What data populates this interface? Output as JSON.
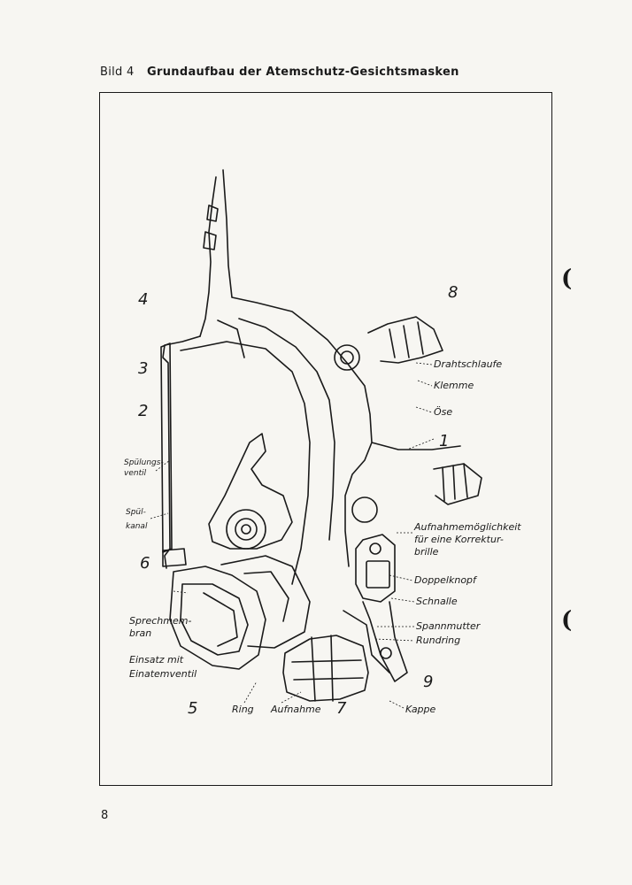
{
  "caption": {
    "prefix": "Bild 4",
    "title": "Grundaufbau der Atemschutz-Gesichtsmasken"
  },
  "page_number": "8",
  "margin_marks": [
    "(",
    "("
  ],
  "labels": {
    "n1": "1",
    "n2": "2",
    "n3": "3",
    "n4": "4",
    "n5": "5",
    "n6": "6",
    "n7": "7",
    "n8": "8",
    "n9": "9",
    "drahtschlaufe": "Drahtschlaufe",
    "klemme": "Klemme",
    "oese": "Öse",
    "spuelungsventil_1": "Spülungs-",
    "spuelungsventil_2": "ventil",
    "spuelkanal_1": "Spül-",
    "spuelkanal_2": "kanal",
    "aufnahme_brille_1": "Aufnahmemöglichkeit",
    "aufnahme_brille_2": "für eine Korrektur-",
    "aufnahme_brille_3": "brille",
    "doppelknopf": "Doppelknopf",
    "schnalle": "Schnalle",
    "spannmutter": "Spannmutter",
    "rundring": "Rundring",
    "sprechmembran_1": "Sprechmem-",
    "sprechmembran_2": "bran",
    "einsatz_1": "Einsatz mit",
    "einsatz_2": "Einatemventil",
    "ring": "Ring",
    "aufnahme": "Aufnahme",
    "kappe": "Kappe"
  }
}
